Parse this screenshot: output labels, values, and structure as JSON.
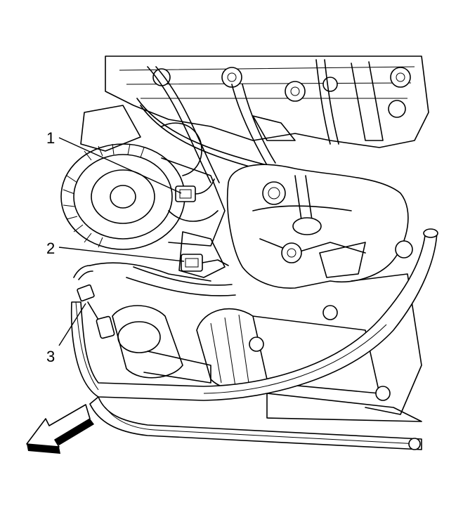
{
  "callouts": [
    {
      "number": "1"
    },
    {
      "number": "2"
    },
    {
      "number": "3"
    }
  ],
  "icons": {
    "direction_arrow": "front-direction-arrow-icon"
  },
  "colors": {
    "line": "#000000",
    "background": "#ffffff"
  }
}
